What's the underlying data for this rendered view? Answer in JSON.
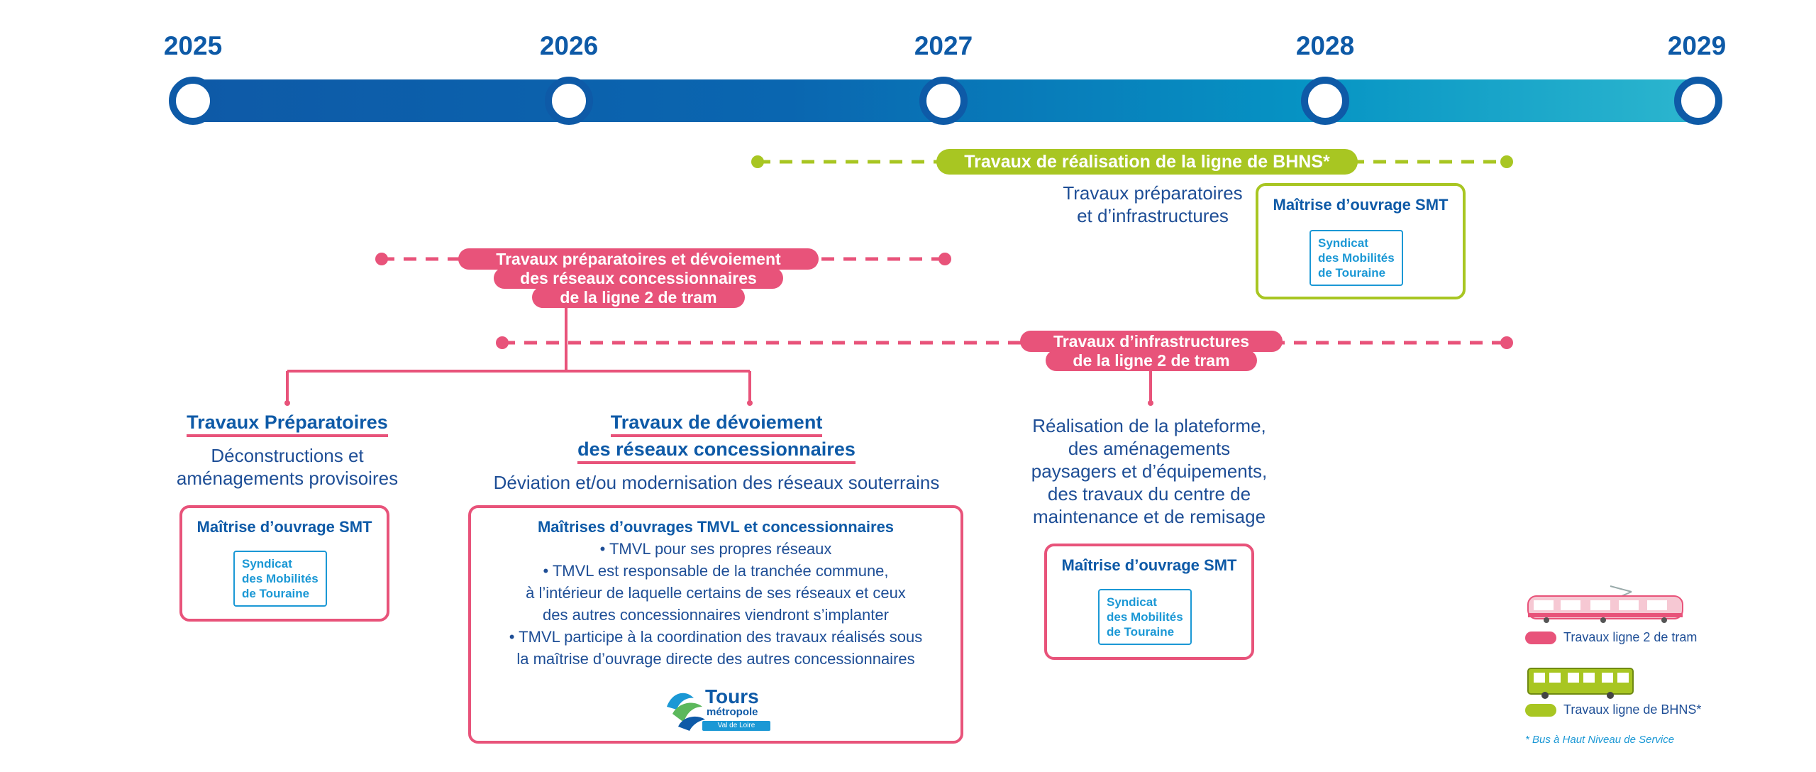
{
  "timeline": {
    "years": [
      "2025",
      "2026",
      "2027",
      "2028",
      "2029"
    ]
  },
  "bhns_phase": {
    "label": "Travaux de réalisation de la ligne de BHNS*",
    "desc": [
      "Travaux préparatoires",
      "et d’infrastructures"
    ],
    "owner_box": {
      "title": "Maîtrise d’ouvrage SMT",
      "logo": [
        "Syndicat",
        "des Mobilités",
        "de Touraine"
      ]
    }
  },
  "prep_phase": {
    "label": [
      "Travaux préparatoires et dévoiement",
      "des réseaux concessionnaires",
      "de la ligne 2 de tram"
    ]
  },
  "infra_phase": {
    "label": [
      "Travaux d’infrastructures",
      "de la ligne 2 de tram"
    ],
    "desc": [
      "Réalisation de la plateforme,",
      "des aménagements",
      "paysagers et d’équipements,",
      "des travaux du centre de",
      "maintenance et de remisage"
    ],
    "owner_box": {
      "title": "Maîtrise d’ouvrage SMT",
      "logo": [
        "Syndicat",
        "des Mobilités",
        "de Touraine"
      ]
    }
  },
  "preparatory": {
    "title": "Travaux Préparatoires",
    "desc": [
      "Déconstructions et",
      "aménagements provisoires"
    ],
    "owner_box": {
      "title": "Maîtrise d’ouvrage SMT",
      "logo": [
        "Syndicat",
        "des Mobilités",
        "de Touraine"
      ]
    }
  },
  "diversion": {
    "title": [
      "Travaux de dévoiement",
      "des réseaux concessionnaires"
    ],
    "desc": "Déviation et/ou modernisation des réseaux souterrains",
    "owner_box": {
      "title": "Maîtrises d’ouvrages TMVL et concessionnaires",
      "lines": [
        "• TMVL pour ses propres réseaux",
        "• TMVL est responsable de la tranchée commune,",
        "à l’intérieur de laquelle  certains de ses réseaux et ceux",
        "des autres concessionnaires viendront s’implanter",
        "• TMVL participe à la coordination des travaux réalisés sous",
        "la maîtrise d’ouvrage directe des autres concessionnaires"
      ],
      "logo_main": "Tours",
      "logo_sub": "métropole",
      "logo_band": "Val de Loire"
    }
  },
  "legend": {
    "tram": "Travaux ligne 2 de tram",
    "bhns": "Travaux ligne de BHNS*",
    "footnote": "* Bus à Haut Niveau de Service"
  },
  "colors": {
    "primary_blue": "#0E5AA7",
    "tram_pink": "#E8537A",
    "bhns_green": "#A8C622",
    "logo_blue": "#1B98D5"
  }
}
